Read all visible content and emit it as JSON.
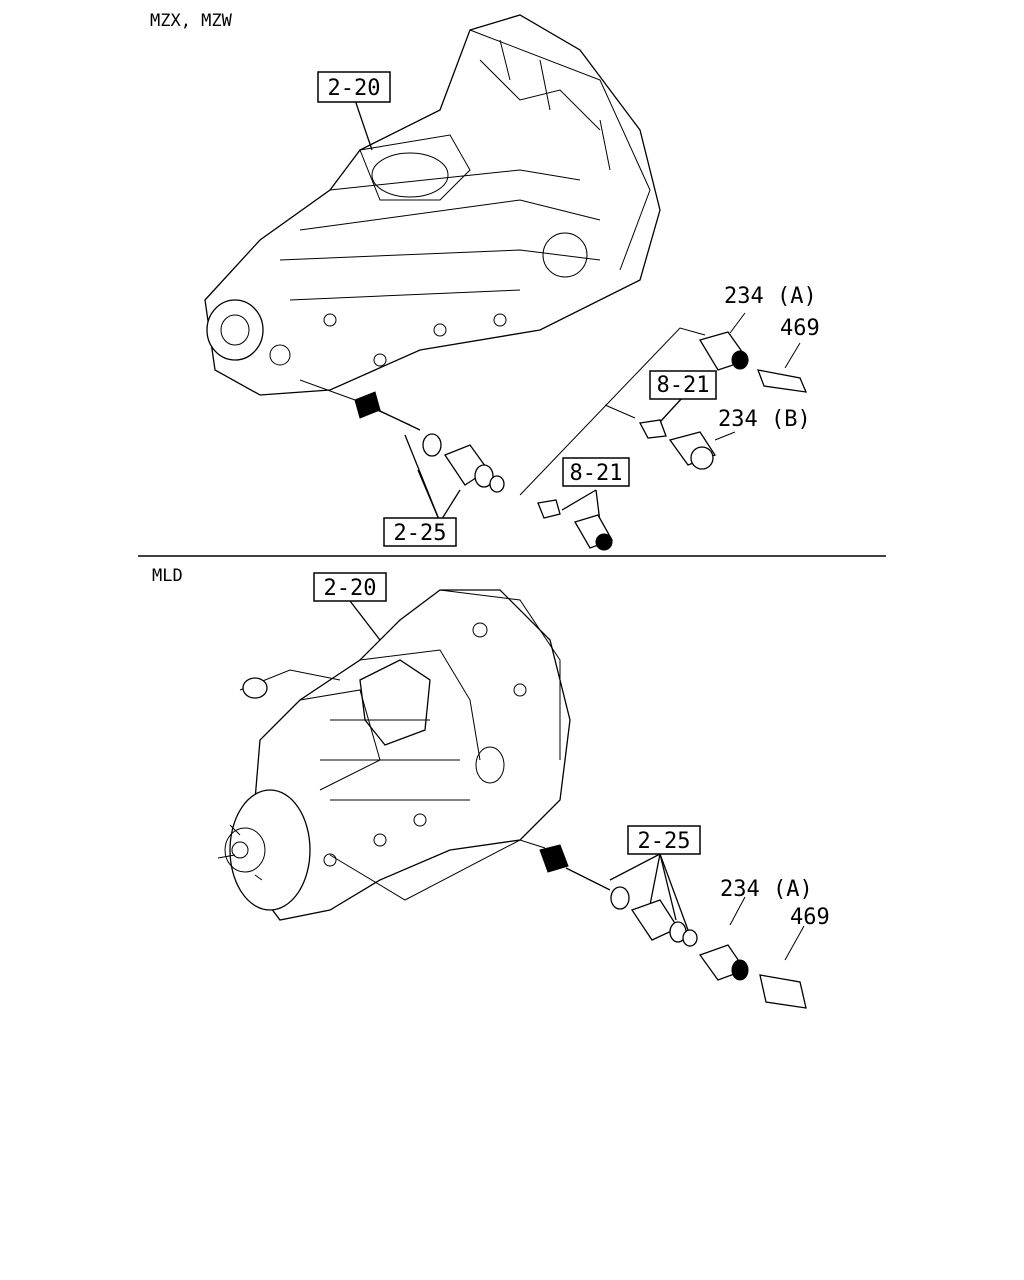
{
  "sections": [
    {
      "variant": "MZX, MZW",
      "refs": [
        "2-20",
        "8-21",
        "8-21",
        "2-25"
      ],
      "parts": [
        "234 (A)",
        "469",
        "234 (B)"
      ]
    },
    {
      "variant": "MLD",
      "refs": [
        "2-20",
        "2-25"
      ],
      "parts": [
        "234 (A)",
        "469"
      ]
    }
  ]
}
